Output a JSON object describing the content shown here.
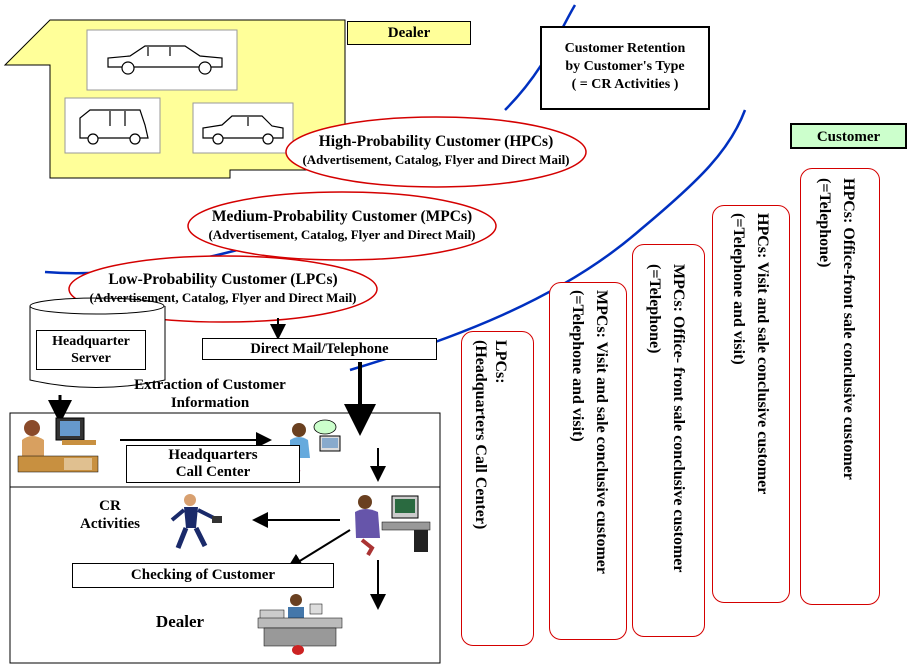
{
  "dealer_top": {
    "label": "Dealer"
  },
  "customer_retention": {
    "line1": "Customer Retention",
    "line2": "by Customer's Type",
    "line3": "( = CR Activities )"
  },
  "customer_label": "Customer",
  "hpc": {
    "title": "High-Probability Customer (HPCs)",
    "subtitle": "(Advertisement, Catalog, Flyer and Direct Mail)"
  },
  "mpc": {
    "title": "Medium-Probability Customer (MPCs)",
    "subtitle": "(Advertisement, Catalog, Flyer and Direct Mail)"
  },
  "lpc": {
    "title": "Low-Probability Customer (LPCs)",
    "subtitle": "(Advertisement, Catalog, Flyer and Direct Mail)"
  },
  "hq_server": {
    "line1": "Headquarter",
    "line2": "Server"
  },
  "direct_mail": "Direct Mail/Telephone",
  "extraction": {
    "line1": "Extraction of Customer",
    "line2": "Information"
  },
  "call_center": {
    "line1": "Headquarters",
    "line2": "Call Center"
  },
  "cr_activities": {
    "line1": "CR",
    "line2": "Activities"
  },
  "checking": "Checking of Customer",
  "dealer_bottom": "Dealer",
  "vertical_boxes": [
    {
      "line1": "LPCs:",
      "line2": "(Headquarters Call Center)"
    },
    {
      "line1": "MPCs: Visit and sale conclusive customer",
      "line2": "(=Telephone and visit)"
    },
    {
      "line1": "MPCs: Office- front sale conclusive customer",
      "line2": "(=Telephone)"
    },
    {
      "line1": "HPCs: Visit and sale conclusive customer",
      "line2": "(=Telephone and visit)"
    },
    {
      "line1": "HPCs: Office-front sale conclusive customer",
      "line2": "(=Telephone)"
    }
  ],
  "colors": {
    "house_fill": "#ffff99",
    "dealer_label_fill": "#ffff99",
    "customer_fill": "#ccffcc",
    "accent_red": "#d40000",
    "curve_blue": "#0030c0"
  }
}
